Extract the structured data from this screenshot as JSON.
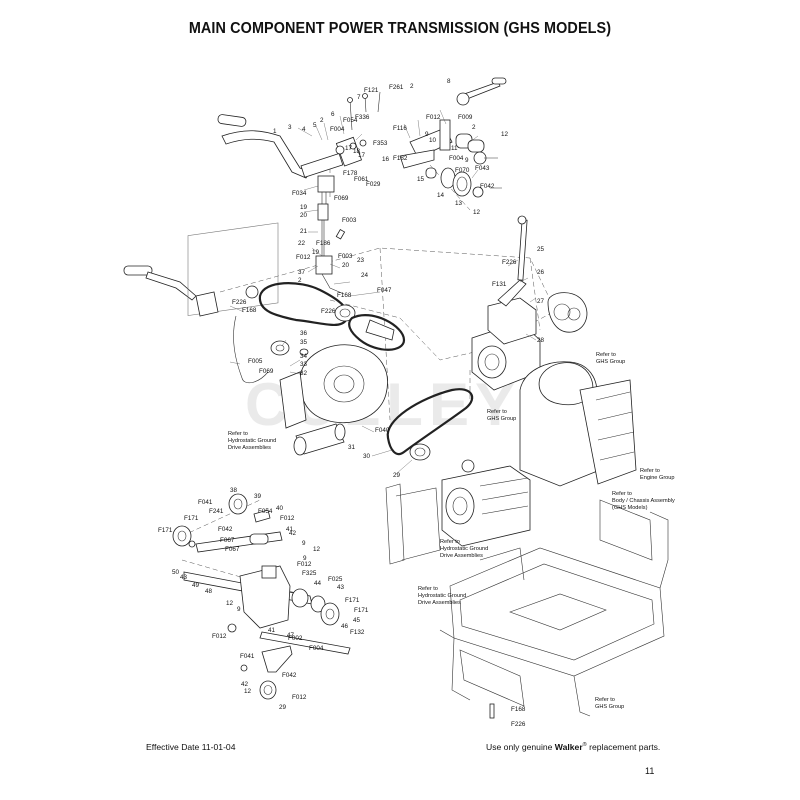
{
  "title": "MAIN COMPONENT POWER TRANSMISSION (GHS MODELS)",
  "footer": {
    "effective_date": "Effective Date 11-01-04",
    "genuine_prefix": "Use only genuine ",
    "brand": "Walker",
    "registered_mark": "®",
    "genuine_suffix": " replacement parts.",
    "page_number": "11"
  },
  "watermark": "CULLEYS",
  "notes": [
    {
      "lines": [
        "Refer to",
        "Hydrostatic Ground",
        "Drive Assemblies"
      ]
    },
    {
      "lines": [
        "Refer to",
        "GHS Group"
      ]
    },
    {
      "lines": [
        "Refer to",
        "GHS Group"
      ]
    },
    {
      "lines": [
        "Refer to",
        "Engine Group"
      ]
    },
    {
      "lines": [
        "Refer to",
        "Body / Chassis Assembly",
        "(GHS Models)"
      ]
    },
    {
      "lines": [
        "Refer to",
        "Hydrostatic Ground",
        "Drive Assemblies"
      ]
    },
    {
      "lines": [
        "Refer to",
        "Hydrostatic Ground",
        "Drive Assemblies"
      ]
    },
    {
      "lines": [
        "Refer to",
        "GHS Group"
      ]
    }
  ],
  "callouts": [
    "F121",
    "F261",
    "2",
    "7",
    "8",
    "3",
    "1",
    "2",
    "4",
    "5",
    "6",
    "F054",
    "F004",
    "F336",
    "F116",
    "F012",
    "F009",
    "2",
    "9",
    "10",
    "11",
    "F353",
    "16",
    "F182",
    "F004",
    "9",
    "F070",
    "12",
    "F043",
    "F042",
    "14",
    "13",
    "12",
    "15",
    "17",
    "18",
    "17",
    "F178",
    "F061",
    "F029",
    "F034",
    "F069",
    "19",
    "20",
    "F003",
    "21",
    "22",
    "F186",
    "19",
    "F012",
    "37",
    "2",
    "F003",
    "20",
    "23",
    "24",
    "F168",
    "F047",
    "F226",
    "26",
    "F131",
    "27",
    "25",
    "F226",
    "F168",
    "F226",
    "36",
    "35",
    "34",
    "33",
    "32",
    "F005",
    "F069",
    "28",
    "F040",
    "31",
    "30",
    "29",
    "38",
    "39",
    "F041",
    "F241",
    "F054",
    "40",
    "F171",
    "F012",
    "F042",
    "F067",
    "42",
    "41",
    "9",
    "F067",
    "9",
    "12",
    "F171",
    "50",
    "43",
    "49",
    "F012",
    "F325",
    "44",
    "F025",
    "43",
    "48",
    "12",
    "9",
    "F171",
    "47",
    "F171",
    "46",
    "45",
    "F132",
    "F012",
    "41",
    "F002",
    "F004",
    "F041",
    "F042",
    "42",
    "12",
    "F012",
    "29",
    "F168",
    "F226"
  ]
}
